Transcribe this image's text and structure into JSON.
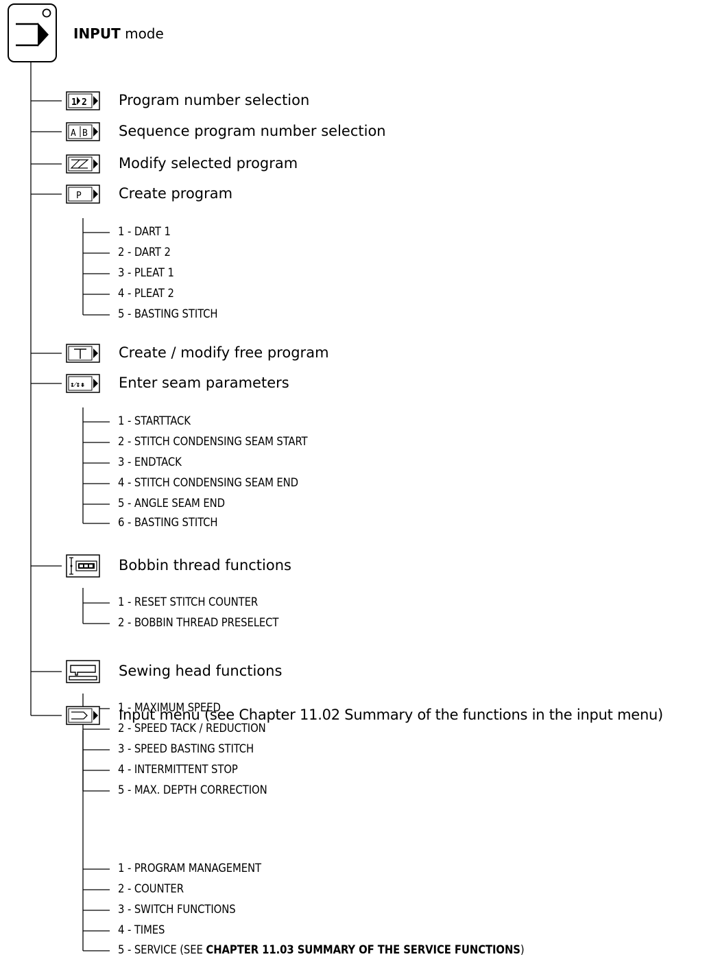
{
  "header": {
    "mode_bold": "INPUT",
    "mode_rest": " mode",
    "icon": "input-mode-key-icon"
  },
  "items": [
    {
      "label": "Program number selection",
      "icon": "program-number-icon"
    },
    {
      "label": "Sequence program number selection",
      "icon": "sequence-program-icon"
    },
    {
      "label": "Modify selected program",
      "icon": "modify-program-icon"
    },
    {
      "label": "Create program",
      "icon": "create-program-icon",
      "children": [
        "1 - DART 1",
        "2 - DART 2",
        "3 - PLEAT 1",
        "4 - PLEAT 2",
        "5 - BASTING STITCH"
      ]
    },
    {
      "label": "Create / modify free program",
      "icon": "free-program-icon"
    },
    {
      "label": "Enter seam parameters",
      "icon": "seam-parameters-icon",
      "children": [
        "1 - STARTTACK",
        "2 - STITCH CONDENSING SEAM START",
        "3 - ENDTACK",
        "4 - STITCH CONDENSING SEAM END",
        "5 - ANGLE SEAM END",
        "6 - BASTING STITCH"
      ]
    },
    {
      "label": "Bobbin thread functions",
      "icon": "bobbin-thread-icon",
      "children": [
        "1 - RESET STITCH COUNTER",
        "2 - BOBBIN THREAD PRESELECT"
      ]
    },
    {
      "label": "Sewing head functions",
      "icon": "sewing-head-icon",
      "children": [
        "1 - MAXIMUM SPEED",
        "2 - SPEED TACK / REDUCTION",
        "3 - SPEED BASTING STITCH",
        "4 - INTERMITTENT STOP",
        "5 - MAX. DEPTH CORRECTION"
      ]
    },
    {
      "label": "Input menu (see Chapter 11.02 Summary of the functions in the input menu)",
      "icon": "input-menu-icon",
      "children": [
        "1 - PROGRAM MANAGEMENT",
        "2 - COUNTER",
        "3 - SWITCH FUNCTIONS",
        "4 - TIMES"
      ]
    }
  ],
  "last_child": {
    "prefix": "5 - SERVICE (SEE ",
    "bold": "CHAPTER 11.03 SUMMARY OF THE SERVICE FUNCTIONS",
    "suffix": ")"
  }
}
